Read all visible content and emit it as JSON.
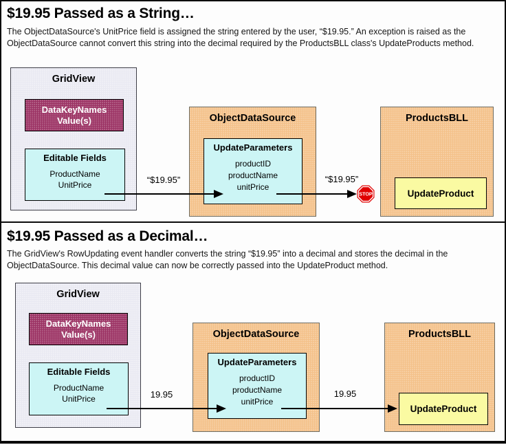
{
  "colors": {
    "maroon": "#9b3163",
    "orange": "#f4c189",
    "cyan": "#ccf5f5",
    "yellow": "#fafaa2",
    "gridview_gray": "#e9e9f2",
    "stop_red": "#e00000"
  },
  "panels": [
    {
      "heading": "$19.95 Passed as a String…",
      "description": "The ObjectDataSource's UnitPrice field is assigned the string entered by the user, “$19.95.” An exception is raised as the ObjectDataSource cannot convert this string into the decimal required by the ProductsBLL class's UpdateProducts method.",
      "gridview": {
        "title": "GridView",
        "datakeynames_line1": "DataKeyNames",
        "datakeynames_line2": "Value(s)",
        "editable_fields_title": "Editable Fields",
        "fields": [
          "ProductName",
          "UnitPrice"
        ]
      },
      "objectdatasource": {
        "title": "ObjectDataSource",
        "updateparameters_title": "UpdateParameters",
        "parameters": [
          "productID",
          "productName",
          "unitPrice"
        ]
      },
      "productsbll": {
        "title": "ProductsBLL",
        "method": "UpdateProduct"
      },
      "arrow1_label": "“$19.95”",
      "arrow2_label": "“$19.95”",
      "stop_text": "STOP"
    },
    {
      "heading": "$19.95 Passed as a Decimal…",
      "description": "The GridView's RowUpdating event handler converts the string “$19.95” into a decimal and stores the decimal in the ObjectDataSource. This decimal value can now be correctly passed into the UpdateProduct method.",
      "gridview": {
        "title": "GridView",
        "datakeynames_line1": "DataKeyNames",
        "datakeynames_line2": "Value(s)",
        "editable_fields_title": "Editable Fields",
        "fields": [
          "ProductName",
          "UnitPrice"
        ]
      },
      "objectdatasource": {
        "title": "ObjectDataSource",
        "updateparameters_title": "UpdateParameters",
        "parameters": [
          "productID",
          "productName",
          "unitPrice"
        ]
      },
      "productsbll": {
        "title": "ProductsBLL",
        "method": "UpdateProduct"
      },
      "arrow1_label": "19.95",
      "arrow2_label": "19.95"
    }
  ]
}
